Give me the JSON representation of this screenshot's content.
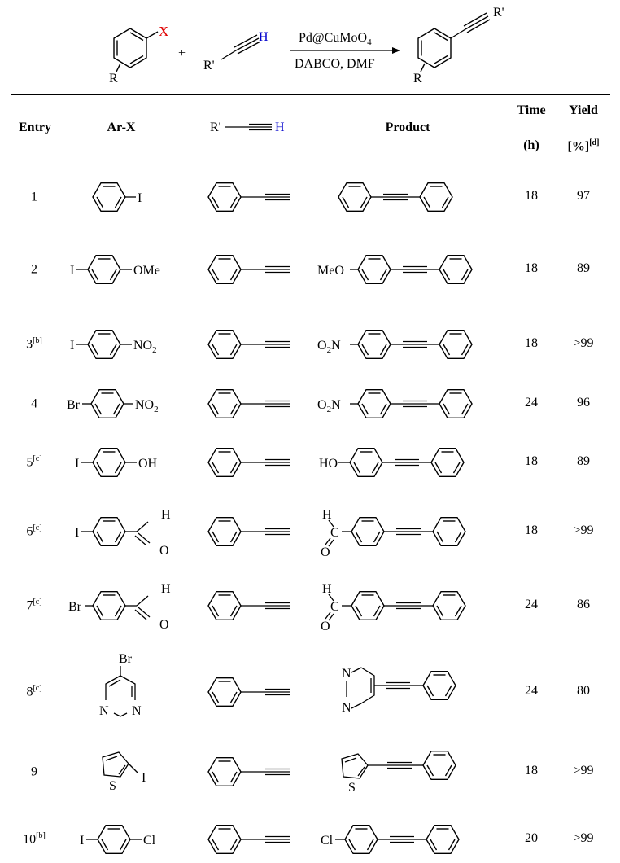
{
  "scheme": {
    "x_label": "X",
    "r_label": "R",
    "plus": "+",
    "r_prime": "R'",
    "h_label": "H",
    "catalyst": "Pd@CuMoO",
    "catalyst_sub": "4",
    "conditions": "DABCO, DMF",
    "product_r_prime": "R'",
    "product_r": "R"
  },
  "header": {
    "entry": "Entry",
    "arx": "Ar-X",
    "alkyne_r": "R'",
    "alkyne_h": "H",
    "product": "Product",
    "time": "Time",
    "time_unit": "(h)",
    "yield": "Yield",
    "yield_unit": "[%]",
    "yield_note": "[d]"
  },
  "rows": [
    {
      "entry": "1",
      "note": "",
      "arx": "iodobenzene",
      "time": "18",
      "yield": "97"
    },
    {
      "entry": "2",
      "note": "",
      "arx": "4-iodoanisole",
      "arx_left": "I",
      "arx_right": "OMe",
      "prod_left": "MeO",
      "time": "18",
      "yield": "89"
    },
    {
      "entry": "3",
      "note": "[b]",
      "arx_left": "I",
      "arx_right": "NO",
      "arx_right_sub": "2",
      "prod_left": "O",
      "prod_left_sub": "2",
      "prod_left_tail": "N",
      "time": "18",
      "yield": ">99"
    },
    {
      "entry": "4",
      "note": "",
      "arx_left": "Br",
      "arx_right": "NO",
      "arx_right_sub": "2",
      "prod_left": "O",
      "prod_left_sub": "2",
      "prod_left_tail": "N",
      "time": "24",
      "yield": "96"
    },
    {
      "entry": "5",
      "note": "[c]",
      "arx_left": "I",
      "arx_right": "OH",
      "prod_left": "HO",
      "time": "18",
      "yield": "89"
    },
    {
      "entry": "6",
      "note": "[c]",
      "arx_left": "I",
      "ald_h": "H",
      "ald_o": "O",
      "prod_h": "H",
      "prod_c": "C",
      "prod_o": "O",
      "time": "18",
      "yield": ">99"
    },
    {
      "entry": "7",
      "note": "[c]",
      "arx_left": "Br",
      "ald_h": "H",
      "ald_o": "O",
      "prod_h": "H",
      "prod_c": "C",
      "prod_o": "O",
      "time": "24",
      "yield": "86"
    },
    {
      "entry": "8",
      "note": "[c]",
      "arx_top": "Br",
      "n1": "N",
      "n2": "N",
      "prod_n1": "N",
      "prod_n2": "N",
      "time": "24",
      "yield": "80"
    },
    {
      "entry": "9",
      "note": "",
      "s": "S",
      "i": "I",
      "prod_s": "S",
      "time": "18",
      "yield": ">99"
    },
    {
      "entry": "10",
      "note": "[b]",
      "arx_left": "I",
      "arx_right": "Cl",
      "prod_left": "Cl",
      "time": "20",
      "yield": ">99"
    }
  ],
  "row1": {
    "i": "I"
  },
  "colors": {
    "x_label": "#e00000",
    "h_label": "#0000cc"
  }
}
